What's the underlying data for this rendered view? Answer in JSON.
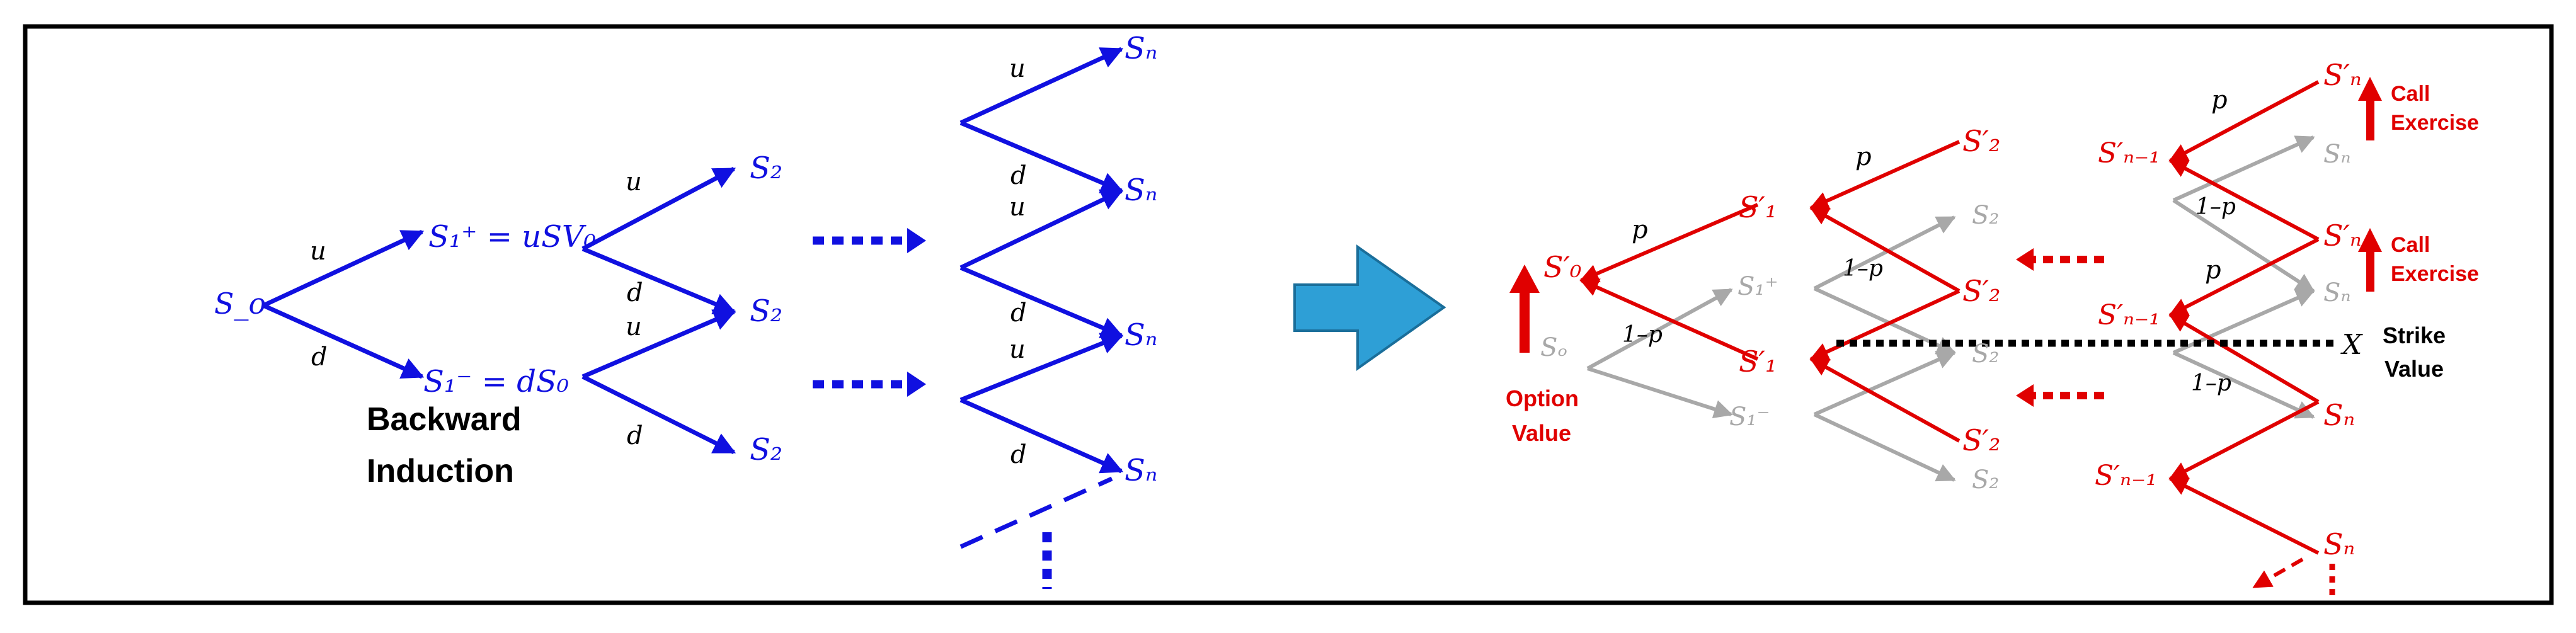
{
  "colors": {
    "blue": "#1010e0",
    "red": "#e00000",
    "gray": "#a8a8a8",
    "arrow_fill": "#2e9fd6",
    "arrow_stroke": "#1a6e9a",
    "black": "#000000"
  },
  "left": {
    "s0": "S_o",
    "s1_up": "S₁⁺ = uSV₀",
    "s1_down": "S₁⁻ = dS₀",
    "s2": "S₂",
    "sn": "Sₙ",
    "u": "u",
    "d": "d",
    "caption_line1": "Backward",
    "caption_line2": "Induction"
  },
  "right": {
    "s0_prime": "S′₀",
    "s0": "Sₒ",
    "s1_prime": "S′₁",
    "s1_plus": "S₁⁺",
    "s1_minus": "S₁⁻",
    "s2_prime": "S′₂",
    "s2": "S₂",
    "sn_prime": "S′ₙ",
    "sn": "Sₙ",
    "snm1_prime": "S′ₙ₋₁",
    "p": "p",
    "one_minus_p": "1–p",
    "x": "X",
    "call1": "Call",
    "call2": "Exercise",
    "option1": "Option",
    "option2": "Value",
    "strike1": "Strike",
    "strike2": "Value"
  }
}
